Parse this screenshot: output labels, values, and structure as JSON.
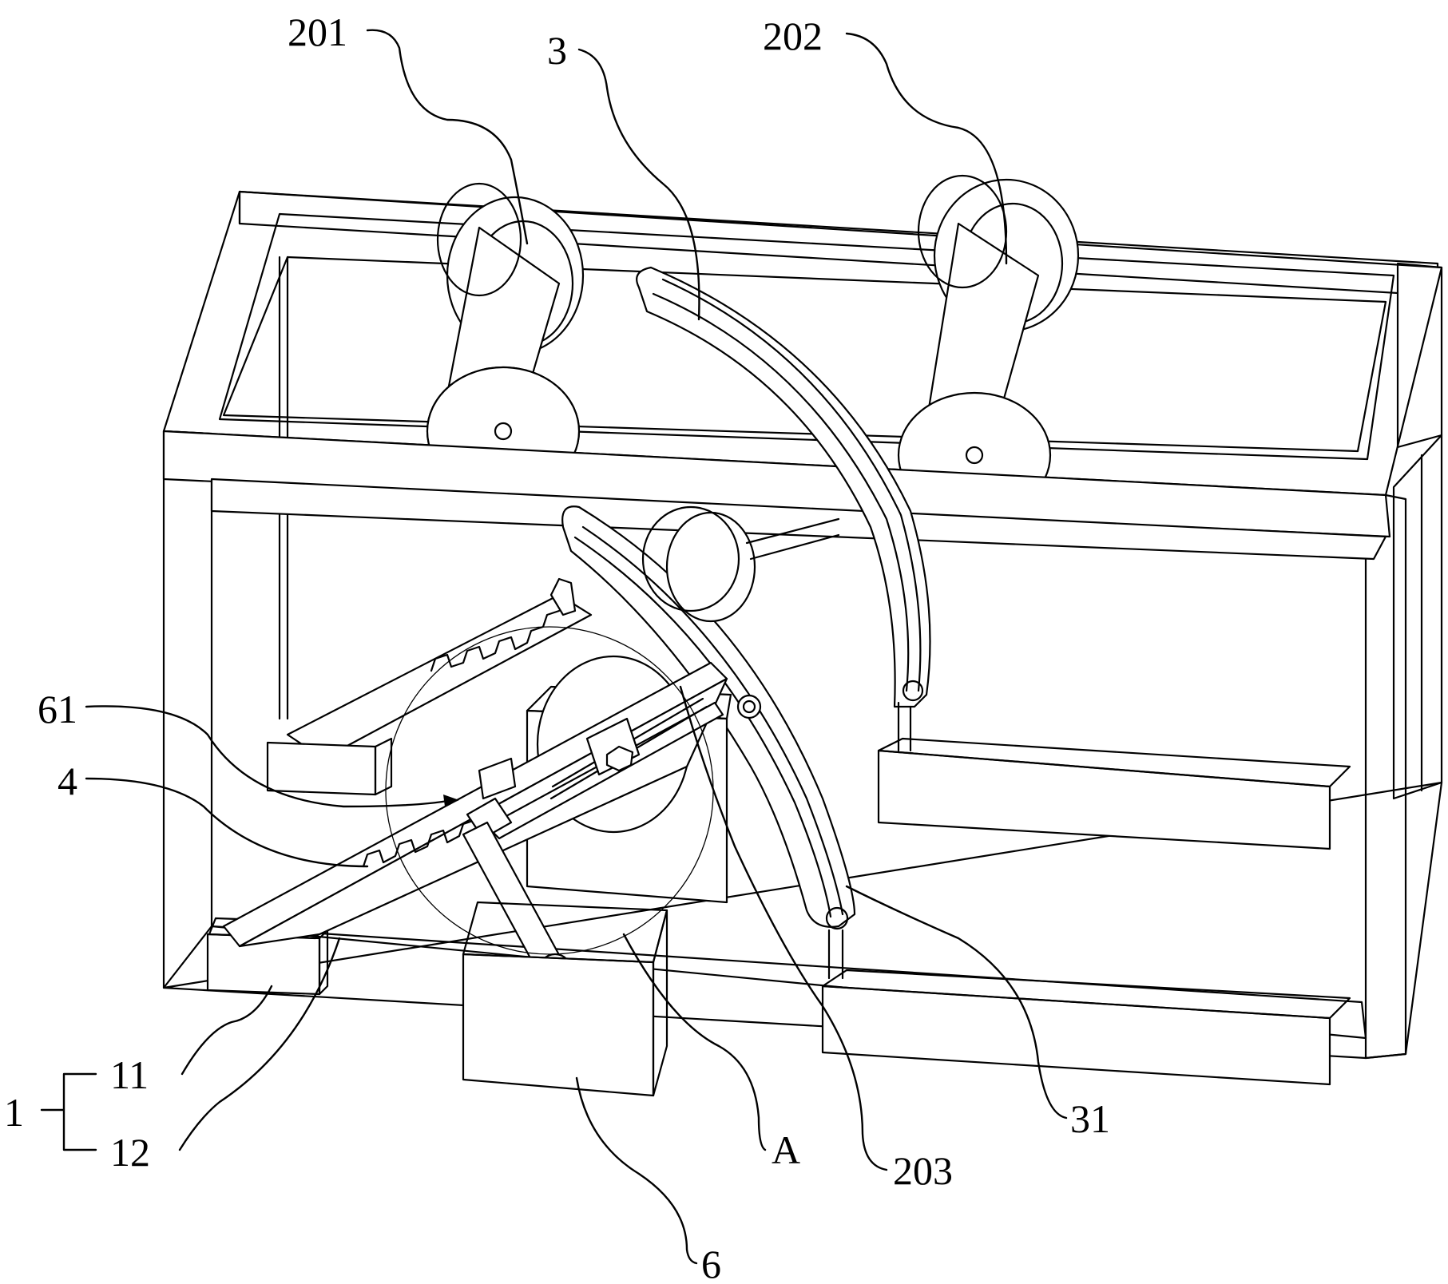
{
  "labels": {
    "l201": "201",
    "l3": "3",
    "l202": "202",
    "l61": "61",
    "l4": "4",
    "l1": "1",
    "l11": "11",
    "l12": "12",
    "l6": "6",
    "lA": "A",
    "l203": "203",
    "l31": "31"
  }
}
